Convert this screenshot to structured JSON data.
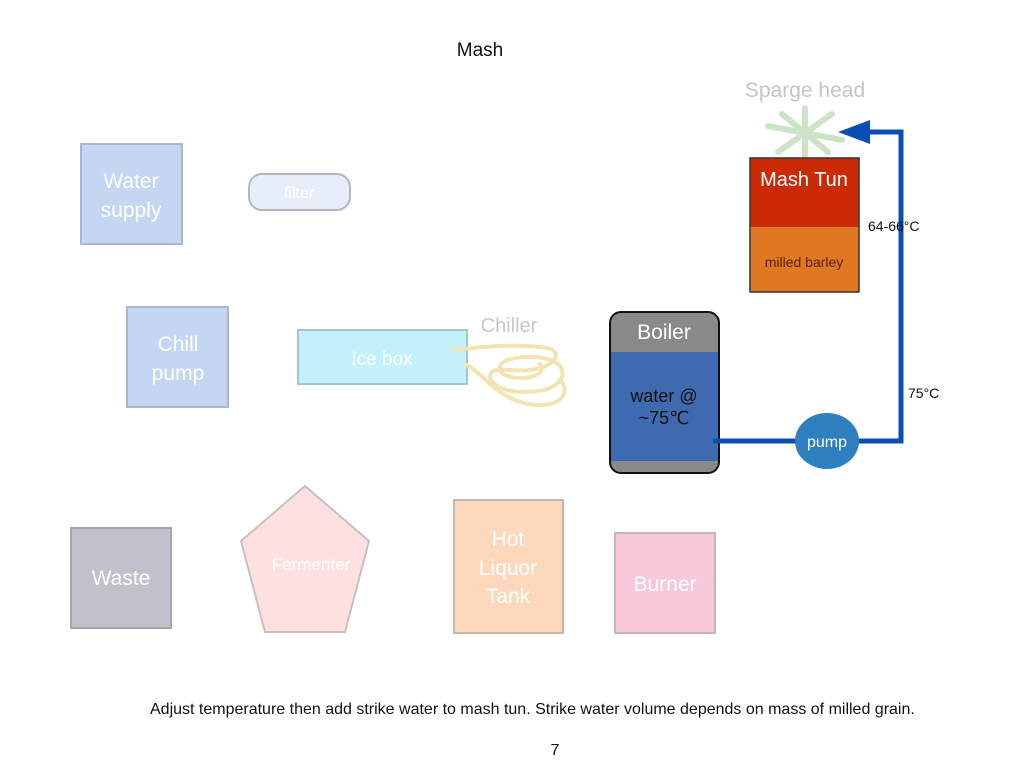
{
  "slide": {
    "title": "Mash",
    "caption": "Adjust temperature then add strike water to mash tun. Strike water volume depends on mass of milled grain.",
    "page_number": "7"
  },
  "components": {
    "water_supply": {
      "line1": "Water",
      "line2": "supply"
    },
    "filter": {
      "label": "filter"
    },
    "chill_pump": {
      "line1": "Chill",
      "line2": "pump"
    },
    "ice_box": {
      "label": "Ice box"
    },
    "chiller": {
      "label": "Chiller"
    },
    "waste": {
      "label": "Waste"
    },
    "fermenter": {
      "label": "Fermenter"
    },
    "hot_liquor_tank": {
      "line1": "Hot",
      "line2": "Liquor",
      "line3": "Tank"
    },
    "burner": {
      "label": "Burner"
    },
    "boiler": {
      "label": "Boiler",
      "content_line1": "water @",
      "content_line2": "~75℃"
    },
    "pump": {
      "label": "pump"
    },
    "mash_tun": {
      "label": "Mash Tun",
      "content": "milled barley"
    },
    "sparge_head": {
      "label": "Sparge head"
    }
  },
  "flow": {
    "pump_out_temp": "75°C",
    "mash_temp": "64-66°C"
  },
  "colors": {
    "flow_line": "#0a4eb0",
    "pump_fill": "#2d7fbf",
    "boiler_header": "#8b8886",
    "boiler_water": "#3f6ab0",
    "mash_tun_top": "#cc2a06",
    "mash_tun_grain": "#e07822",
    "faded_blue": "#c4d6f2",
    "faded_cyan": "#c2f1fb",
    "faded_gray": "#c3c0cc",
    "faded_pink": "#fde0df",
    "faded_peach": "#fdd8bc",
    "faded_rose": "#f6c8da",
    "chiller_coil": "#f1e4b0"
  }
}
